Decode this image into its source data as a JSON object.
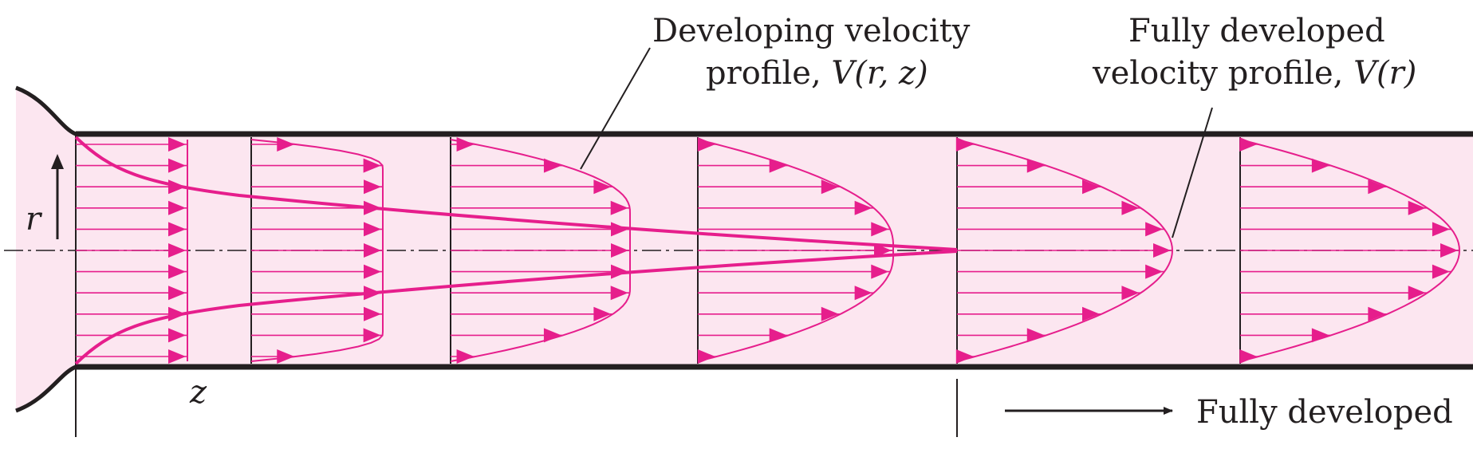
{
  "labels": {
    "developing_line1": "Developing velocity",
    "developing_line2_prefix": "profile, ",
    "developing_line2_symbol": "V(r, z)",
    "fully_line1": "Fully developed",
    "fully_line2_prefix": "velocity profile, ",
    "fully_line2_symbol": "V(r)",
    "r_axis": "r",
    "z_axis": "z",
    "flow_direction": "Fully developed"
  },
  "colors": {
    "fluid_fill": "#fce6f0",
    "profile_magenta": "#e61e8c",
    "wall": "#231f20"
  },
  "profiles": [
    {
      "id": "profile-1",
      "shape": "uniform",
      "core_fraction": 1.0
    },
    {
      "id": "profile-2",
      "shape": "flattened",
      "core_fraction": 0.75
    },
    {
      "id": "profile-3",
      "shape": "developing",
      "core_fraction": 0.35
    },
    {
      "id": "profile-4",
      "shape": "nearly-parabolic",
      "core_fraction": 0.05
    },
    {
      "id": "profile-5",
      "shape": "parabolic",
      "core_fraction": 0.0
    },
    {
      "id": "profile-6",
      "shape": "parabolic",
      "core_fraction": 0.0
    }
  ]
}
